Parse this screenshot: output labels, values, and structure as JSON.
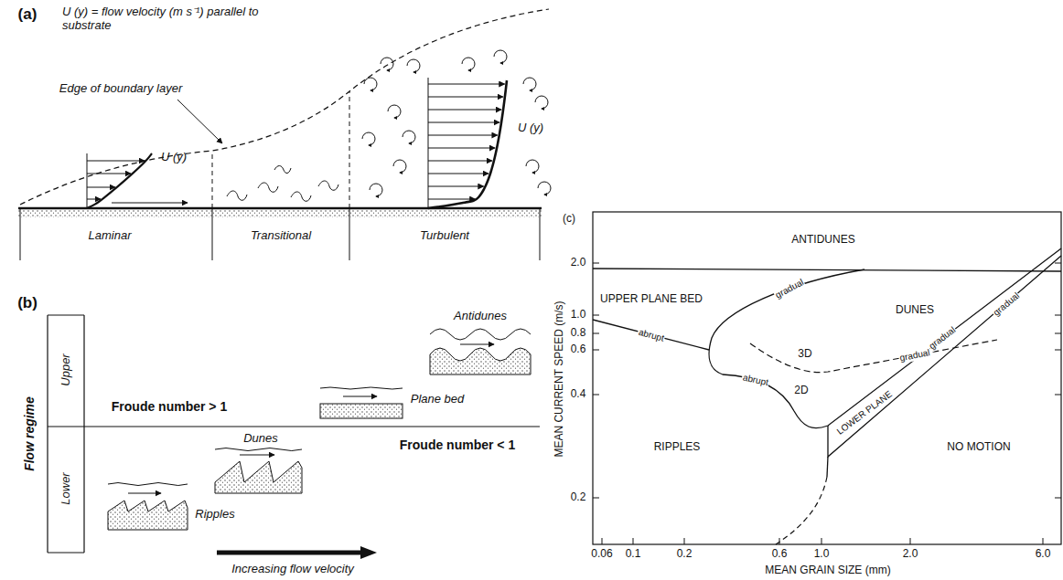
{
  "diagram": {
    "labels": [
      "(a)",
      "U (y) = flow velocity (m s⁻¹) parallel to substrate",
      "Edge of boundary layer",
      "U (y)",
      "U (y)",
      "Laminar",
      "Transitional",
      "Turbulent",
      "(b)",
      "Flow regime",
      "Upper",
      "Lower",
      "Antidunes",
      "Froude number > 1",
      "Plane bed",
      "Dunes",
      "Froude number < 1",
      "Ripples",
      "Increasing flow velocity",
      "(c)",
      "ANTIDUNES",
      "UPPER PLANE BED",
      "gradual",
      "DUNES",
      "3D",
      "abrupt",
      "gradual",
      "abrupt",
      "2D",
      "gradual",
      "gradual",
      "RIPPLES",
      "LOWER PLANE",
      "NO MOTION",
      "2.0",
      "1.0",
      "0.8",
      "0.6",
      "0.4",
      "0.2",
      "MEAN CURRENT SPEED (m/s)",
      "0.06",
      "0.1",
      "0.2",
      "0.6",
      "1.0",
      "2.0",
      "6.0",
      "MEAN GRAIN SIZE (mm)"
    ]
  }
}
